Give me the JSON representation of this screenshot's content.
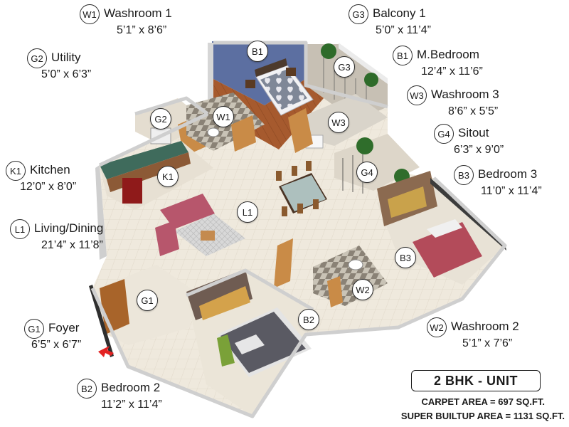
{
  "legend": [
    {
      "code": "W1",
      "name": "Washroom 1",
      "size": "5’1” x 8’6”"
    },
    {
      "code": "G2",
      "name": "Utility",
      "size": "5’0” x 6’3”"
    },
    {
      "code": "K1",
      "name": "Kitchen",
      "size": "12’0” x 8’0”"
    },
    {
      "code": "L1",
      "name": "Living/Dining",
      "size": "21’4” x 11’8”"
    },
    {
      "code": "G1",
      "name": "Foyer",
      "size": "6’5” x 6’7”"
    },
    {
      "code": "B2",
      "name": "Bedroom 2",
      "size": "11’2” x 11’4”"
    },
    {
      "code": "G3",
      "name": "Balcony 1",
      "size": "5’0” x 11’4”"
    },
    {
      "code": "B1",
      "name": "M.Bedroom",
      "size": "12’4” x 11’6”"
    },
    {
      "code": "W3",
      "name": "Washroom 3",
      "size": "8’6” x 5’5”"
    },
    {
      "code": "G4",
      "name": "Sitout",
      "size": "6’3” x 9’0”"
    },
    {
      "code": "B3",
      "name": "Bedroom 3",
      "size": "11’0” x 11’4”"
    },
    {
      "code": "W2",
      "name": "Washroom 2",
      "size": "5’1” x 7’6”"
    }
  ],
  "markers": [
    "B1",
    "G3",
    "G2",
    "W1",
    "W3",
    "K1",
    "G4",
    "L1",
    "B3",
    "G1",
    "W2",
    "B2"
  ],
  "unit": {
    "type": "2 BHK - UNIT",
    "carpet_area": "CARPET AREA = 697 SQ.FT.",
    "builtup_area": "SUPER BUILTUP AREA = 1131 SQ.FT."
  },
  "colors": {
    "floor_tile": "#ece6da",
    "wood_floor": "#a0522d",
    "accent_wall": "#5a6f9e",
    "wall": "#f4f4f4",
    "wall_shadow": "#bdbdbd",
    "entry_arrow": "#e32222"
  }
}
